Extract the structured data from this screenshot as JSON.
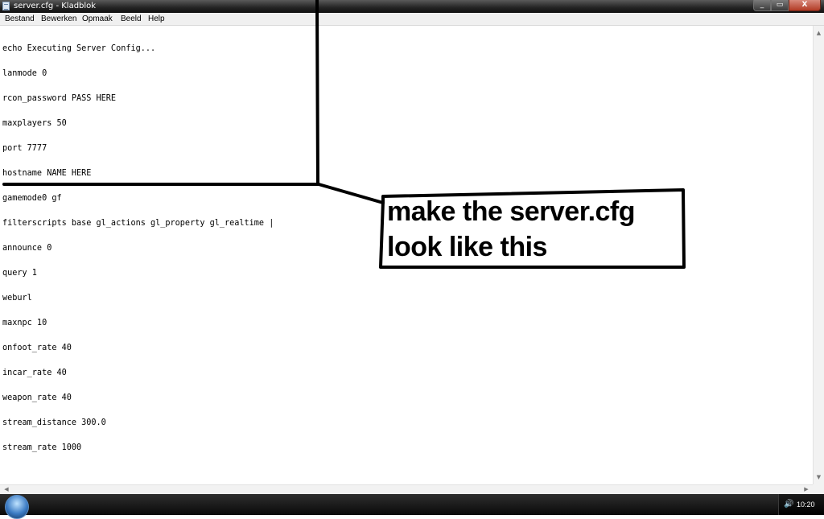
{
  "window": {
    "title": "server.cfg - Kladblok",
    "controls": {
      "minimize": "_",
      "maximize": "▭",
      "close": "X"
    }
  },
  "menu": [
    "Bestand",
    "Bewerken",
    "Opmaak",
    "Beeld",
    "Help"
  ],
  "editor": {
    "lines": [
      "echo Executing Server Config...",
      "lanmode 0",
      "rcon_password PASS HERE",
      "maxplayers 50",
      "port 7777",
      "hostname NAME HERE",
      "gamemode0 gf",
      "filterscripts base gl_actions gl_property gl_realtime |",
      "announce 0",
      "query 1",
      "weburl",
      "maxnpc 10",
      "onfoot_rate 40",
      "incar_rate 40",
      "weapon_rate 40",
      "stream_distance 300.0",
      "stream_rate 1000"
    ]
  },
  "annotation": {
    "line1": "make the server.cfg",
    "line2": "look like this"
  },
  "taskbar": {
    "clock": "10:20",
    "speaker_icon": "speaker-icon"
  },
  "colors": {
    "titlebar": "#232323",
    "menubar": "#f0f0f0",
    "taskbar": "#0a0a0a",
    "annotation_ink": "#000000"
  }
}
